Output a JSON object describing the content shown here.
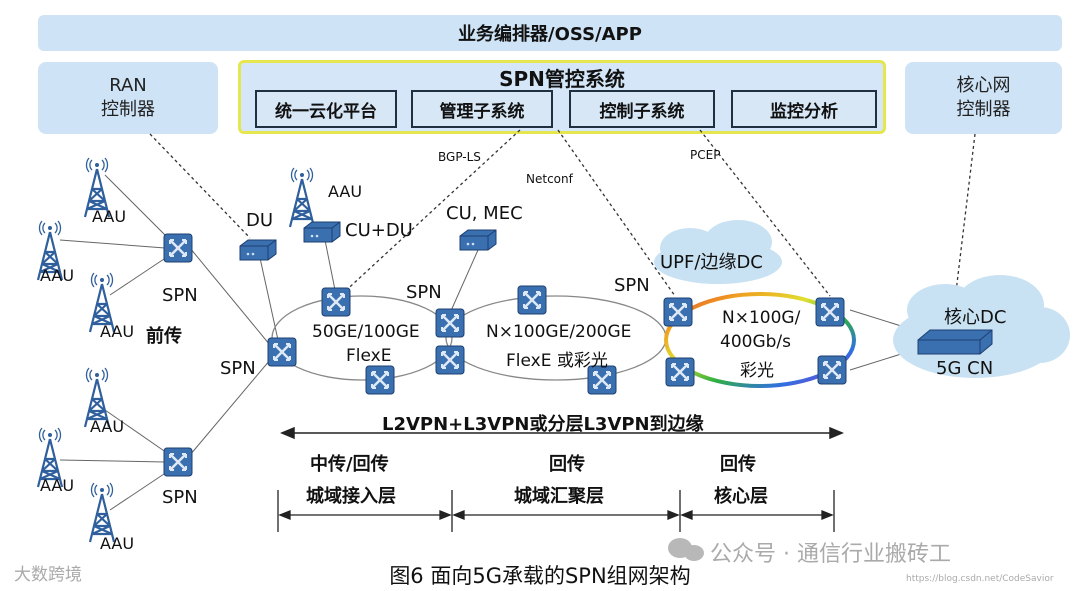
{
  "top_bar": "业务编排器/OSS/APP",
  "ran_controller": [
    "RAN",
    "控制器"
  ],
  "core_controller": [
    "核心网",
    "控制器"
  ],
  "spn_system": {
    "title": "SPN管控系统",
    "subsystems": [
      "统一云化平台",
      "管理子系统",
      "控制子系统",
      "监控分析"
    ]
  },
  "protocols": {
    "bgp": "BGP-LS",
    "netconf": "Netconf",
    "pcep": "PCEP"
  },
  "nodes": {
    "aau": "AAU",
    "du": "DU",
    "cu_du": "CU+DU",
    "cu_mec": "CU, MEC",
    "spn": "SPN",
    "fronthaul": "前传",
    "upf_dc": "UPF/边缘DC",
    "core_dc": "核心DC",
    "cn": "5G CN"
  },
  "rings": {
    "access": [
      "50GE/100GE",
      "FlexE"
    ],
    "aggregation": [
      "N×100GE/200GE",
      "FlexE 或彩光"
    ],
    "core": [
      "N×100G/",
      "400Gb/s",
      "彩光"
    ]
  },
  "vpn_label": "L2VPN+L3VPN或分层L3VPN到边缘",
  "layers": [
    {
      "top": "中传/回传",
      "bottom": "城域接入层"
    },
    {
      "top": "回传",
      "bottom": "城域汇聚层"
    },
    {
      "top": "回传",
      "bottom": "核心层"
    }
  ],
  "caption": "图6  面向5G承载的SPN组网架构",
  "watermarks": {
    "left": "大数跨境",
    "right": "公众号 · 通信行业搬砖工",
    "url": "https://blog.csdn.net/CodeSavior"
  },
  "colors": {
    "panel": "#cfe3f6",
    "router": "#3a6fb0",
    "cloud": "#c9e2f3",
    "highlight": "#e6e650"
  }
}
